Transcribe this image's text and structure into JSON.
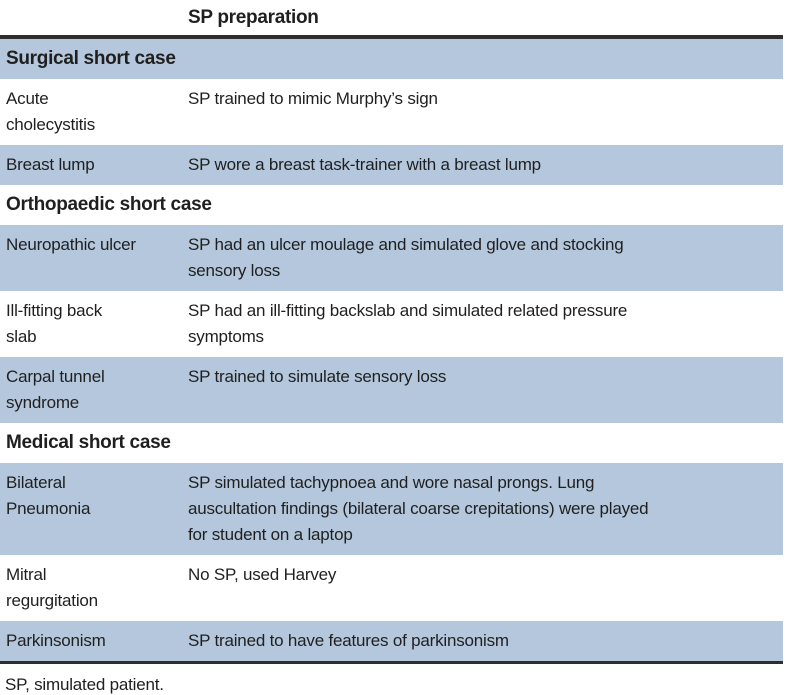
{
  "table": {
    "header": {
      "case_col": "",
      "prep_col": "SP preparation"
    },
    "rows": [
      {
        "type": "section",
        "label": "Surgical short case"
      },
      {
        "type": "data",
        "case": "Acute\ncholecystitis",
        "prep": "SP trained to mimic Murphy’s sign"
      },
      {
        "type": "data",
        "case": "Breast lump",
        "prep": "SP wore a breast task-trainer with a breast lump"
      },
      {
        "type": "section",
        "label": "Orthopaedic short case"
      },
      {
        "type": "data",
        "case": "Neuropathic ulcer",
        "prep": "SP had an ulcer moulage and simulated glove and stocking\nsensory loss"
      },
      {
        "type": "data",
        "case": "Ill-fitting back\nslab",
        "prep": "SP had an ill-fitting backslab and simulated related pressure\nsymptoms"
      },
      {
        "type": "data",
        "case": "Carpal tunnel\nsyndrome",
        "prep": "SP trained to simulate sensory loss"
      },
      {
        "type": "section",
        "label": "Medical short case"
      },
      {
        "type": "data",
        "case": "Bilateral\nPneumonia",
        "prep": "SP simulated tachypnoea and wore nasal prongs. Lung\nauscultation findings (bilateral coarse crepitations) were played\nfor student on a laptop"
      },
      {
        "type": "data",
        "case": "Mitral\nregurgitation",
        "prep": "No SP, used Harvey"
      },
      {
        "type": "data",
        "case": "Parkinsonism",
        "prep": "SP trained to have features of parkinsonism"
      }
    ],
    "footnote": "SP, simulated patient.",
    "colors": {
      "row_highlight": "#b4c7dc",
      "border_dark": "#2e2e2e",
      "text": "#1f1f1f",
      "background": "#ffffff"
    }
  }
}
